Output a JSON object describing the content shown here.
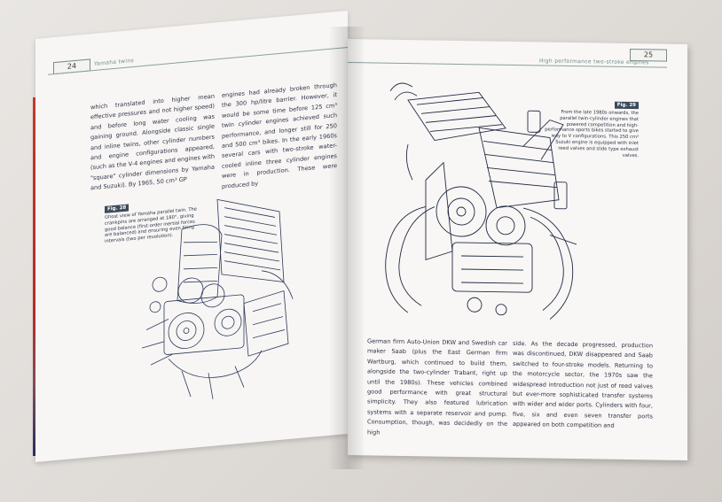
{
  "left_page": {
    "page_number": "24",
    "running_head": "Yamaha twins",
    "column1": "which translated into higher mean effective pressures and not higher speed) and before long water cooling was gaining ground. Alongside classic single and inline twins, other cylinder numbers and engine configurations appeared, (such as the V-4 engines and engines with \"square\" cylinder dimensions by Yamaha and Suzuki). By 1965, 50 cm³ GP",
    "column2": "engines had already broken through the 300 hp/litre barrier. However, it would be some time before 125 cm³ twin cylinder engines achieved such performance, and longer still for 250 and 500 cm³ bikes. In the early 1960s several cars with two-stroke water-cooled inline three cylinder engines were in production. These were produced by",
    "figure": {
      "tag": "Fig. 28",
      "caption": "Ghost view of Yamaha parallel twin. The crankpins are arranged at 180°, giving good balance (first-order inertial forces are balanced) and ensuring even firing intervals (two per revolution)."
    },
    "engine_icon": "cutaway-engine-drawing-icon"
  },
  "right_page": {
    "page_number": "25",
    "running_head": "High performance two-stroke engines",
    "figure": {
      "tag": "Fig. 29",
      "caption": "From the late 1980s onwards, the parallel twin-cylinder engines that powered competition and high-performance sports bikes started to give way to V configurations. This 250 cm³ Suzuki engine is equipped with inlet reed valves and slide type exhaust valves."
    },
    "column1": "German firm Auto-Union DKW and Swedish car maker Saab (plus the East German firm Wartburg, which continued to build them, alongside the two-cylinder Trabant, right up until the 1980s). These vehicles combined good performance with great structural simplicity. They also featured lubrication systems with a separate reservoir and pump. Consumption, though, was decidedly on the high",
    "column2": "side. As the decade progressed, production was discontinued, DKW disappeared and Saab switched to four-stroke models. Returning to the motorcycle sector, the 1970s saw the widespread introduction not just of reed valves but ever-more sophisticated transfer systems with wider and wider ports. Cylinders with four, five, six and even seven transfer ports appeared on both competition and",
    "engine_icon": "v-twin-engine-drawing-icon"
  },
  "colors": {
    "page": "#f7f6f4",
    "ink": "#2b2a3a",
    "accent_rule": "#8aa0a0",
    "edge_red": "#d23b2e"
  }
}
